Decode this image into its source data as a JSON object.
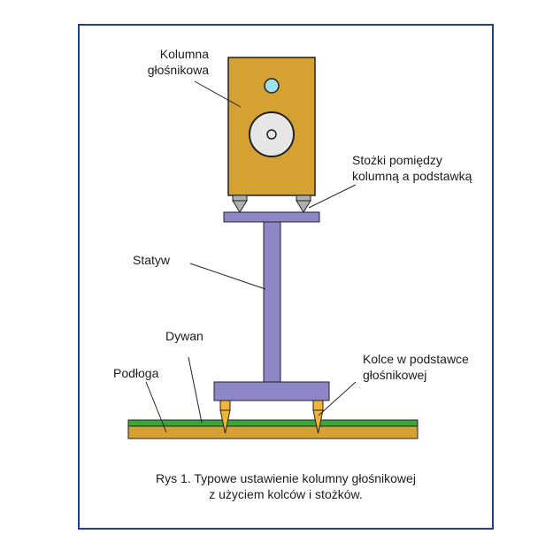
{
  "labels": {
    "speaker_line1": "Kolumna",
    "speaker_line2": "głośnikowa",
    "cones_line1": "Stożki pomiędzy",
    "cones_line2": "kolumną a podstawką",
    "stand": "Statyw",
    "carpet": "Dywan",
    "floor": "Podłoga",
    "spikes_line1": "Kolce w podstawce",
    "spikes_line2": "głośnikowej"
  },
  "caption": {
    "line1": "Rys 1. Typowe ustawienie kolumny głośnikowej",
    "line2": "z użyciem kolców i stożków."
  },
  "colors": {
    "frame": "#1f3f8a",
    "speaker_body": "#d4a132",
    "stand": "#8f86c8",
    "carpet": "#3aa63a",
    "floor": "#d4a132",
    "spike": "#f2b533",
    "cone": "#b0b0b0",
    "tweeter": "#9fe0f0",
    "woofer": "#e6e6e6"
  }
}
